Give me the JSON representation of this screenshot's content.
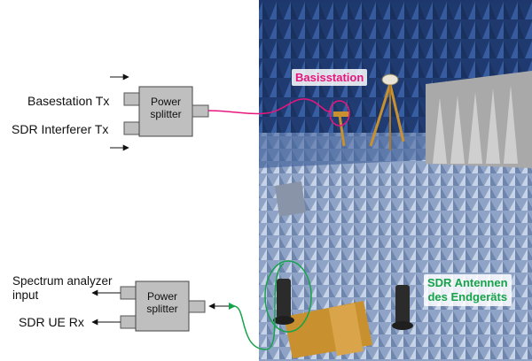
{
  "tx_side": {
    "inputs": [
      "Basestation Tx",
      "SDR Interferer Tx"
    ],
    "splitter_label": "Power\nsplitter"
  },
  "rx_side": {
    "outputs": [
      "Spectrum analyzer\ninput",
      "SDR UE Rx"
    ],
    "splitter_label": "Power\nsplitter"
  },
  "photo": {
    "labels": [
      "Basisstation",
      "SDR Antennen\ndes Endgeräts"
    ]
  },
  "colors": {
    "basisstation_label": "#e8157c",
    "tx_cable": "#e8157c",
    "sdr_label": "#16a34a",
    "rx_cable": "#16a34a",
    "splitter_fill": "#bfbfbf",
    "chamber_absorber": "#2d4f8f"
  }
}
